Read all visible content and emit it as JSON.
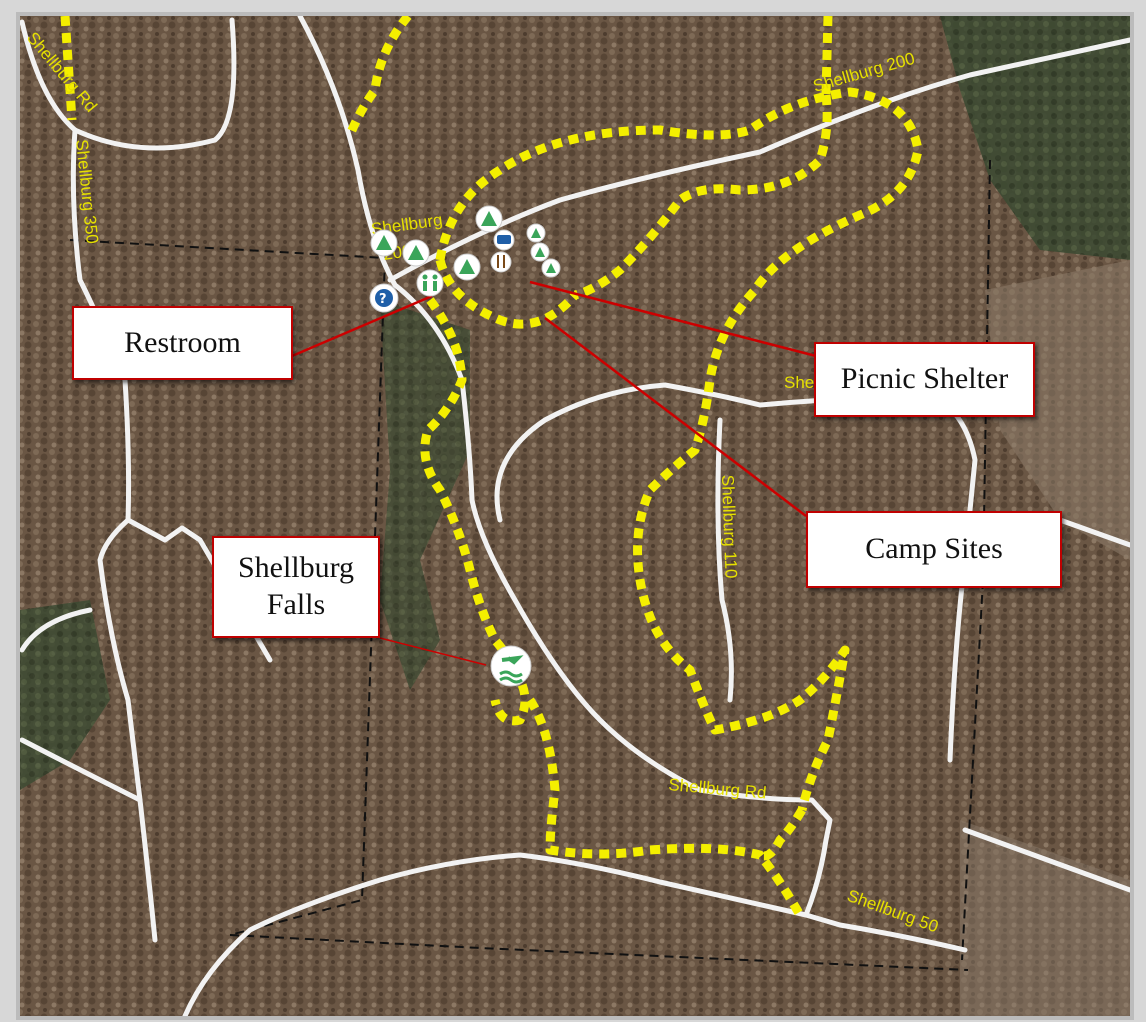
{
  "colors": {
    "trail": "#f4ef00",
    "road": "#f2f2f2",
    "leader": "#cc0000",
    "icon": "#3aa55a"
  },
  "callouts": {
    "restroom": "Restroom",
    "picnic_shelter": "Picnic Shelter",
    "camp_sites": "Camp Sites",
    "falls_line1": "Shellburg",
    "falls_line2": "Falls"
  },
  "road_labels": {
    "shellburg_rd_top": "Shellburg Rd",
    "shellburg_350": "Shellburg 350",
    "shellburg_200_top": "Shellburg 200",
    "shellburg_200_mid_a": "Shellburg",
    "shellburg_200_mid_b": "200",
    "shellburg_partial": "She",
    "shellburg_110": "Shellburg 110",
    "shellburg_rd_bottom": "Shellburg Rd",
    "shellburg_50": "Shellburg 50"
  },
  "icons": [
    "campsite-icon",
    "restroom-icon",
    "info-icon",
    "picnic-icon",
    "parking-icon",
    "waterfall-icon"
  ]
}
